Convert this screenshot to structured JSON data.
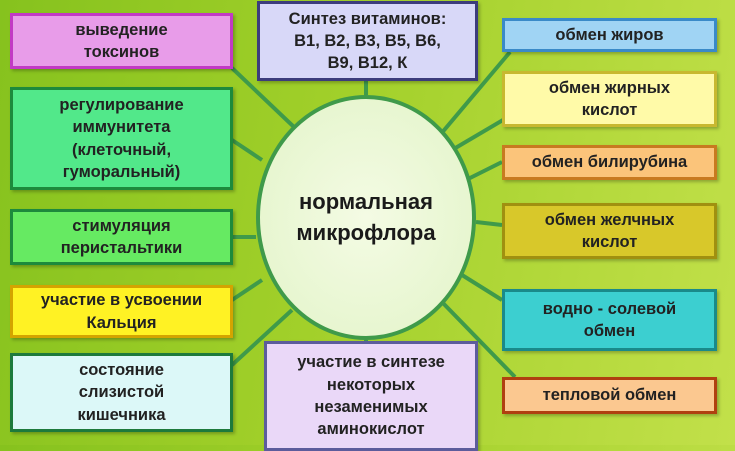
{
  "center": {
    "label": "нормальная\nмикрофлора"
  },
  "left": [
    {
      "label": "выведение\nтоксинов",
      "fill": "#e89ce9",
      "border": "#c23ac4"
    },
    {
      "label": "регулирование\nиммунитета\n(клеточный,\nгуморальный)",
      "fill": "#52e88a",
      "border": "#1d8a3c"
    },
    {
      "label": "стимуляция\nперистальтики",
      "fill": "#66ea62",
      "border": "#1d8a3c"
    },
    {
      "label": "участие в усвоении\nКальция",
      "fill": "#fff224",
      "border": "#d4a400"
    },
    {
      "label": "состояние\nслизистой\nкишечника",
      "fill": "#dcf8f8",
      "border": "#1d7a3c"
    }
  ],
  "top": {
    "label": "Синтез витаминов:\nB1, B2, B3, B5, B6,\nB9, B12, К",
    "fill": "#d8d8f8",
    "border": "#3c3c7c"
  },
  "bottom": {
    "label": "участие в синтезе\nнекоторых\nнезаменимых\nаминокислот",
    "fill": "#ead8f8",
    "border": "#5c5c9c"
  },
  "right": [
    {
      "label": "обмен жиров",
      "fill": "#a0d4f4",
      "border": "#3a8ac8"
    },
    {
      "label": "обмен жирных\nкислот",
      "fill": "#fffaa8",
      "border": "#c8b830"
    },
    {
      "label": "обмен билирубина",
      "fill": "#fbc47a",
      "border": "#c87a20"
    },
    {
      "label": "обмен желчных\nкислот",
      "fill": "#d8c82a",
      "border": "#a09010"
    },
    {
      "label": "водно - солевой\nобмен",
      "fill": "#3ccfd0",
      "border": "#1a8a8a"
    },
    {
      "label": "тепловой обмен",
      "fill": "#fbc890",
      "border": "#b04010"
    }
  ]
}
